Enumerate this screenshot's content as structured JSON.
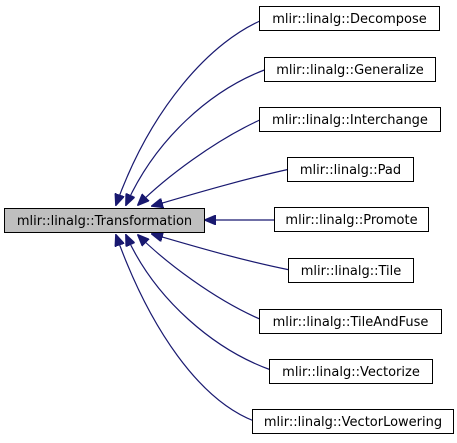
{
  "diagram": {
    "type": "inheritance-graph",
    "base": {
      "label": "mlir::linalg::Transformation",
      "fill": "#bfbfbf"
    },
    "derived": [
      {
        "label": "mlir::linalg::Decompose"
      },
      {
        "label": "mlir::linalg::Generalize"
      },
      {
        "label": "mlir::linalg::Interchange"
      },
      {
        "label": "mlir::linalg::Pad"
      },
      {
        "label": "mlir::linalg::Promote"
      },
      {
        "label": "mlir::linalg::Tile"
      },
      {
        "label": "mlir::linalg::TileAndFuse"
      },
      {
        "label": "mlir::linalg::Vectorize"
      },
      {
        "label": "mlir::linalg::VectorLowering"
      }
    ],
    "edge_color": "#191970",
    "node_fill": "#ffffff",
    "border_color": "#000000"
  }
}
